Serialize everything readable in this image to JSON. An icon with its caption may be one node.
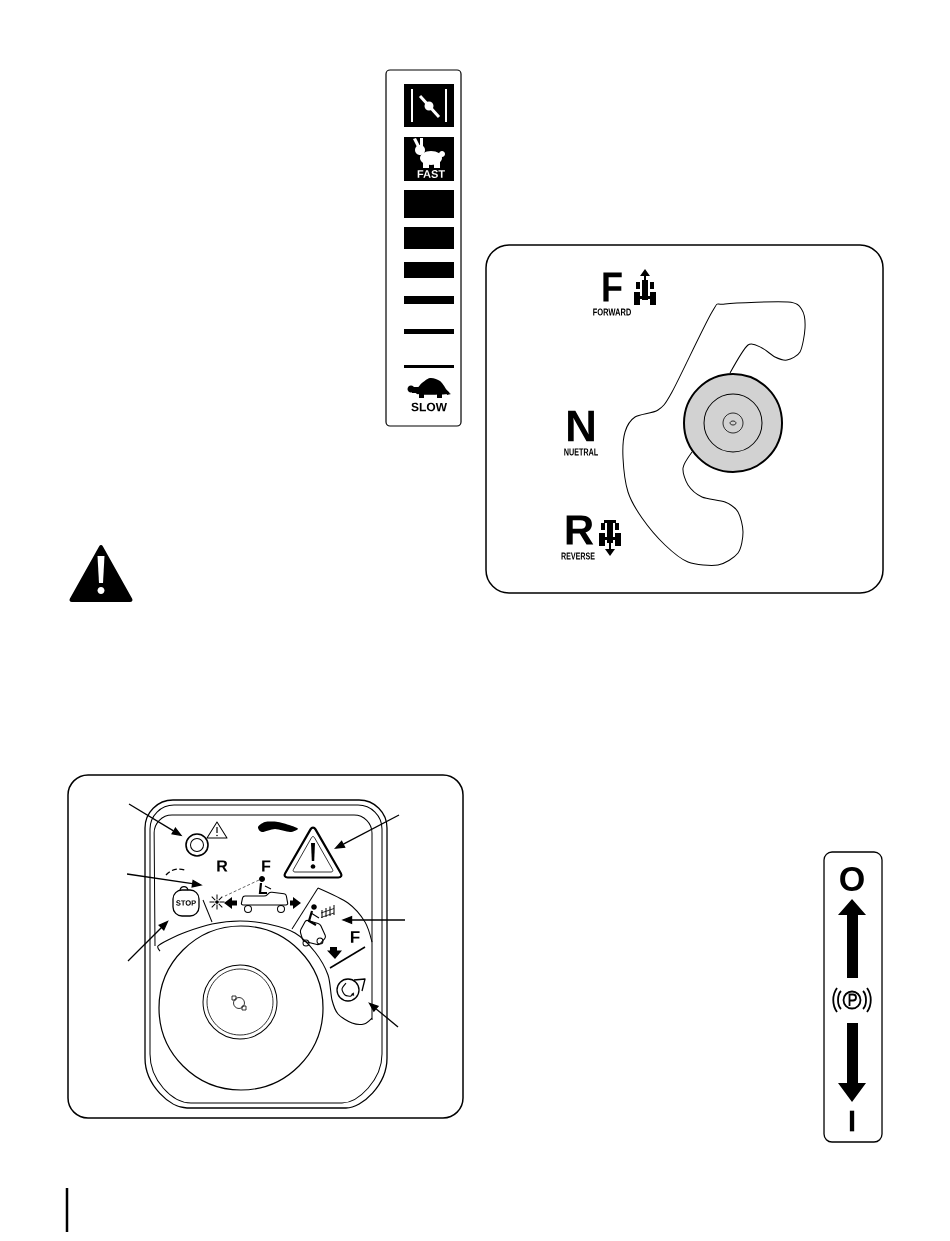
{
  "diagram": {
    "nodes": [
      {
        "text": [
          "FAST",
          "SLOW"
        ]
      },
      {
        "text": [
          "F",
          "FORWARD",
          "N",
          "NUETRAL",
          "R",
          "REVERSE"
        ]
      },
      {
        "text": [
          "R",
          "F",
          "F"
        ]
      },
      {
        "text": [],
        "shape": "circle",
        "in": 2
      },
      {
        "text": [],
        "shape": "triangle",
        "in": 2
      },
      {
        "text": [],
        "shape": "picture",
        "in": 2
      },
      {
        "text": [
          "STOP"
        ],
        "in": 2
      },
      {
        "text": [],
        "shape": "picture",
        "in": 2
      },
      {
        "text": [],
        "shape": "picture",
        "in": 2
      },
      {
        "text": [
          "O",
          "I"
        ]
      }
    ],
    "edges": [
      {
        "from": null,
        "to": 3,
        "arrow": "to"
      },
      {
        "from": null,
        "to": 4,
        "arrow": "to"
      },
      {
        "from": null,
        "to": 5,
        "arrow": "to"
      },
      {
        "from": null,
        "to": 7,
        "arrow": "to"
      },
      {
        "from": null,
        "to": 6,
        "arrow": "to"
      },
      {
        "from": null,
        "to": 8,
        "arrow": "to"
      }
    ]
  }
}
